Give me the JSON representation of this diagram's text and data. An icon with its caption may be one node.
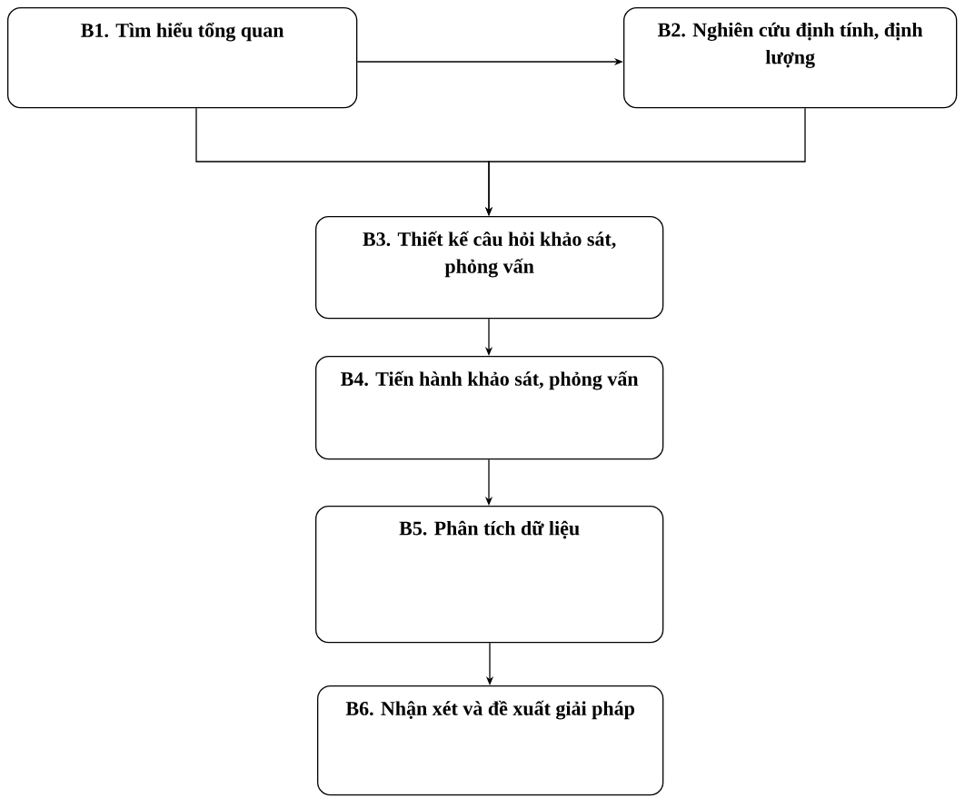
{
  "diagram": {
    "nodes": [
      {
        "text": [
          "B1. Tìm hiểu tổng quan"
        ]
      },
      {
        "text": [
          "B2. Nghiên cứu định tính, định lượng"
        ]
      },
      {
        "text": [
          "B3. Thiết kế câu hỏi khảo sát, phỏng vấn"
        ]
      },
      {
        "text": [
          "B4. Tiến hành khảo sát, phỏng vấn"
        ]
      },
      {
        "text": [
          "B5. Phân tích dữ liệu"
        ]
      },
      {
        "text": [
          "B6. Nhận xét và đề xuất giải pháp"
        ]
      }
    ],
    "edges": [
      {
        "from": 0,
        "to": 1,
        "arrow": "to"
      },
      {
        "from": 0,
        "to": 2,
        "arrow": "to"
      },
      {
        "from": 1,
        "to": 2,
        "arrow": "to"
      },
      {
        "from": 2,
        "to": 3,
        "arrow": "to"
      },
      {
        "from": 3,
        "to": 4,
        "arrow": "to"
      },
      {
        "from": 4,
        "to": 5,
        "arrow": "to"
      }
    ]
  }
}
